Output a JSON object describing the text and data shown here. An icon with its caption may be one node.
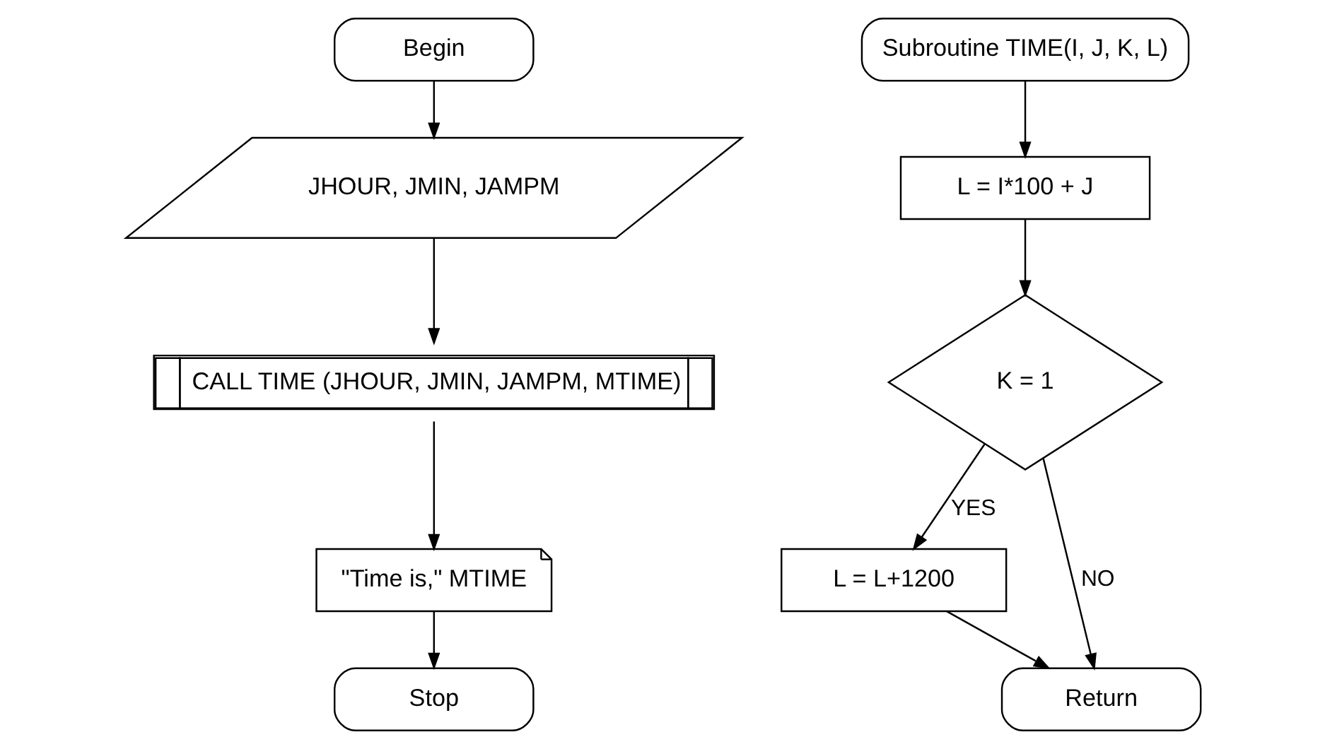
{
  "diagram": {
    "nodes": [
      {
        "text": [
          "Begin"
        ]
      },
      {
        "text": [
          "JHOUR, JMIN, JAMPM"
        ]
      },
      {
        "text": [
          "CALL TIME (JHOUR, JMIN, JAMPM, MTIME)"
        ]
      },
      {
        "text": [
          "\"Time is,\" MTIME"
        ]
      },
      {
        "text": [
          "Stop"
        ]
      },
      {
        "text": [
          "Subroutine TIME(I, J, K, L)"
        ]
      },
      {
        "text": [
          "L = I*100 + J"
        ]
      },
      {
        "text": [
          "K = 1"
        ]
      },
      {
        "text": [
          "L = L+1200"
        ]
      },
      {
        "text": [
          "Return"
        ]
      }
    ],
    "edges": [
      {
        "from": 0,
        "to": 1,
        "arrow": "to"
      },
      {
        "from": 1,
        "to": 2,
        "arrow": "to"
      },
      {
        "from": 2,
        "to": 3,
        "arrow": "to"
      },
      {
        "from": 3,
        "to": 4,
        "arrow": "to"
      },
      {
        "from": 5,
        "to": 6,
        "arrow": "to"
      },
      {
        "from": 6,
        "to": 7,
        "arrow": "to"
      },
      {
        "from": 7,
        "to": 8,
        "label": "YES",
        "arrow": "to"
      },
      {
        "from": 7,
        "to": 9,
        "label": "NO",
        "arrow": "to"
      },
      {
        "from": 8,
        "to": 9,
        "arrow": "to"
      }
    ]
  }
}
